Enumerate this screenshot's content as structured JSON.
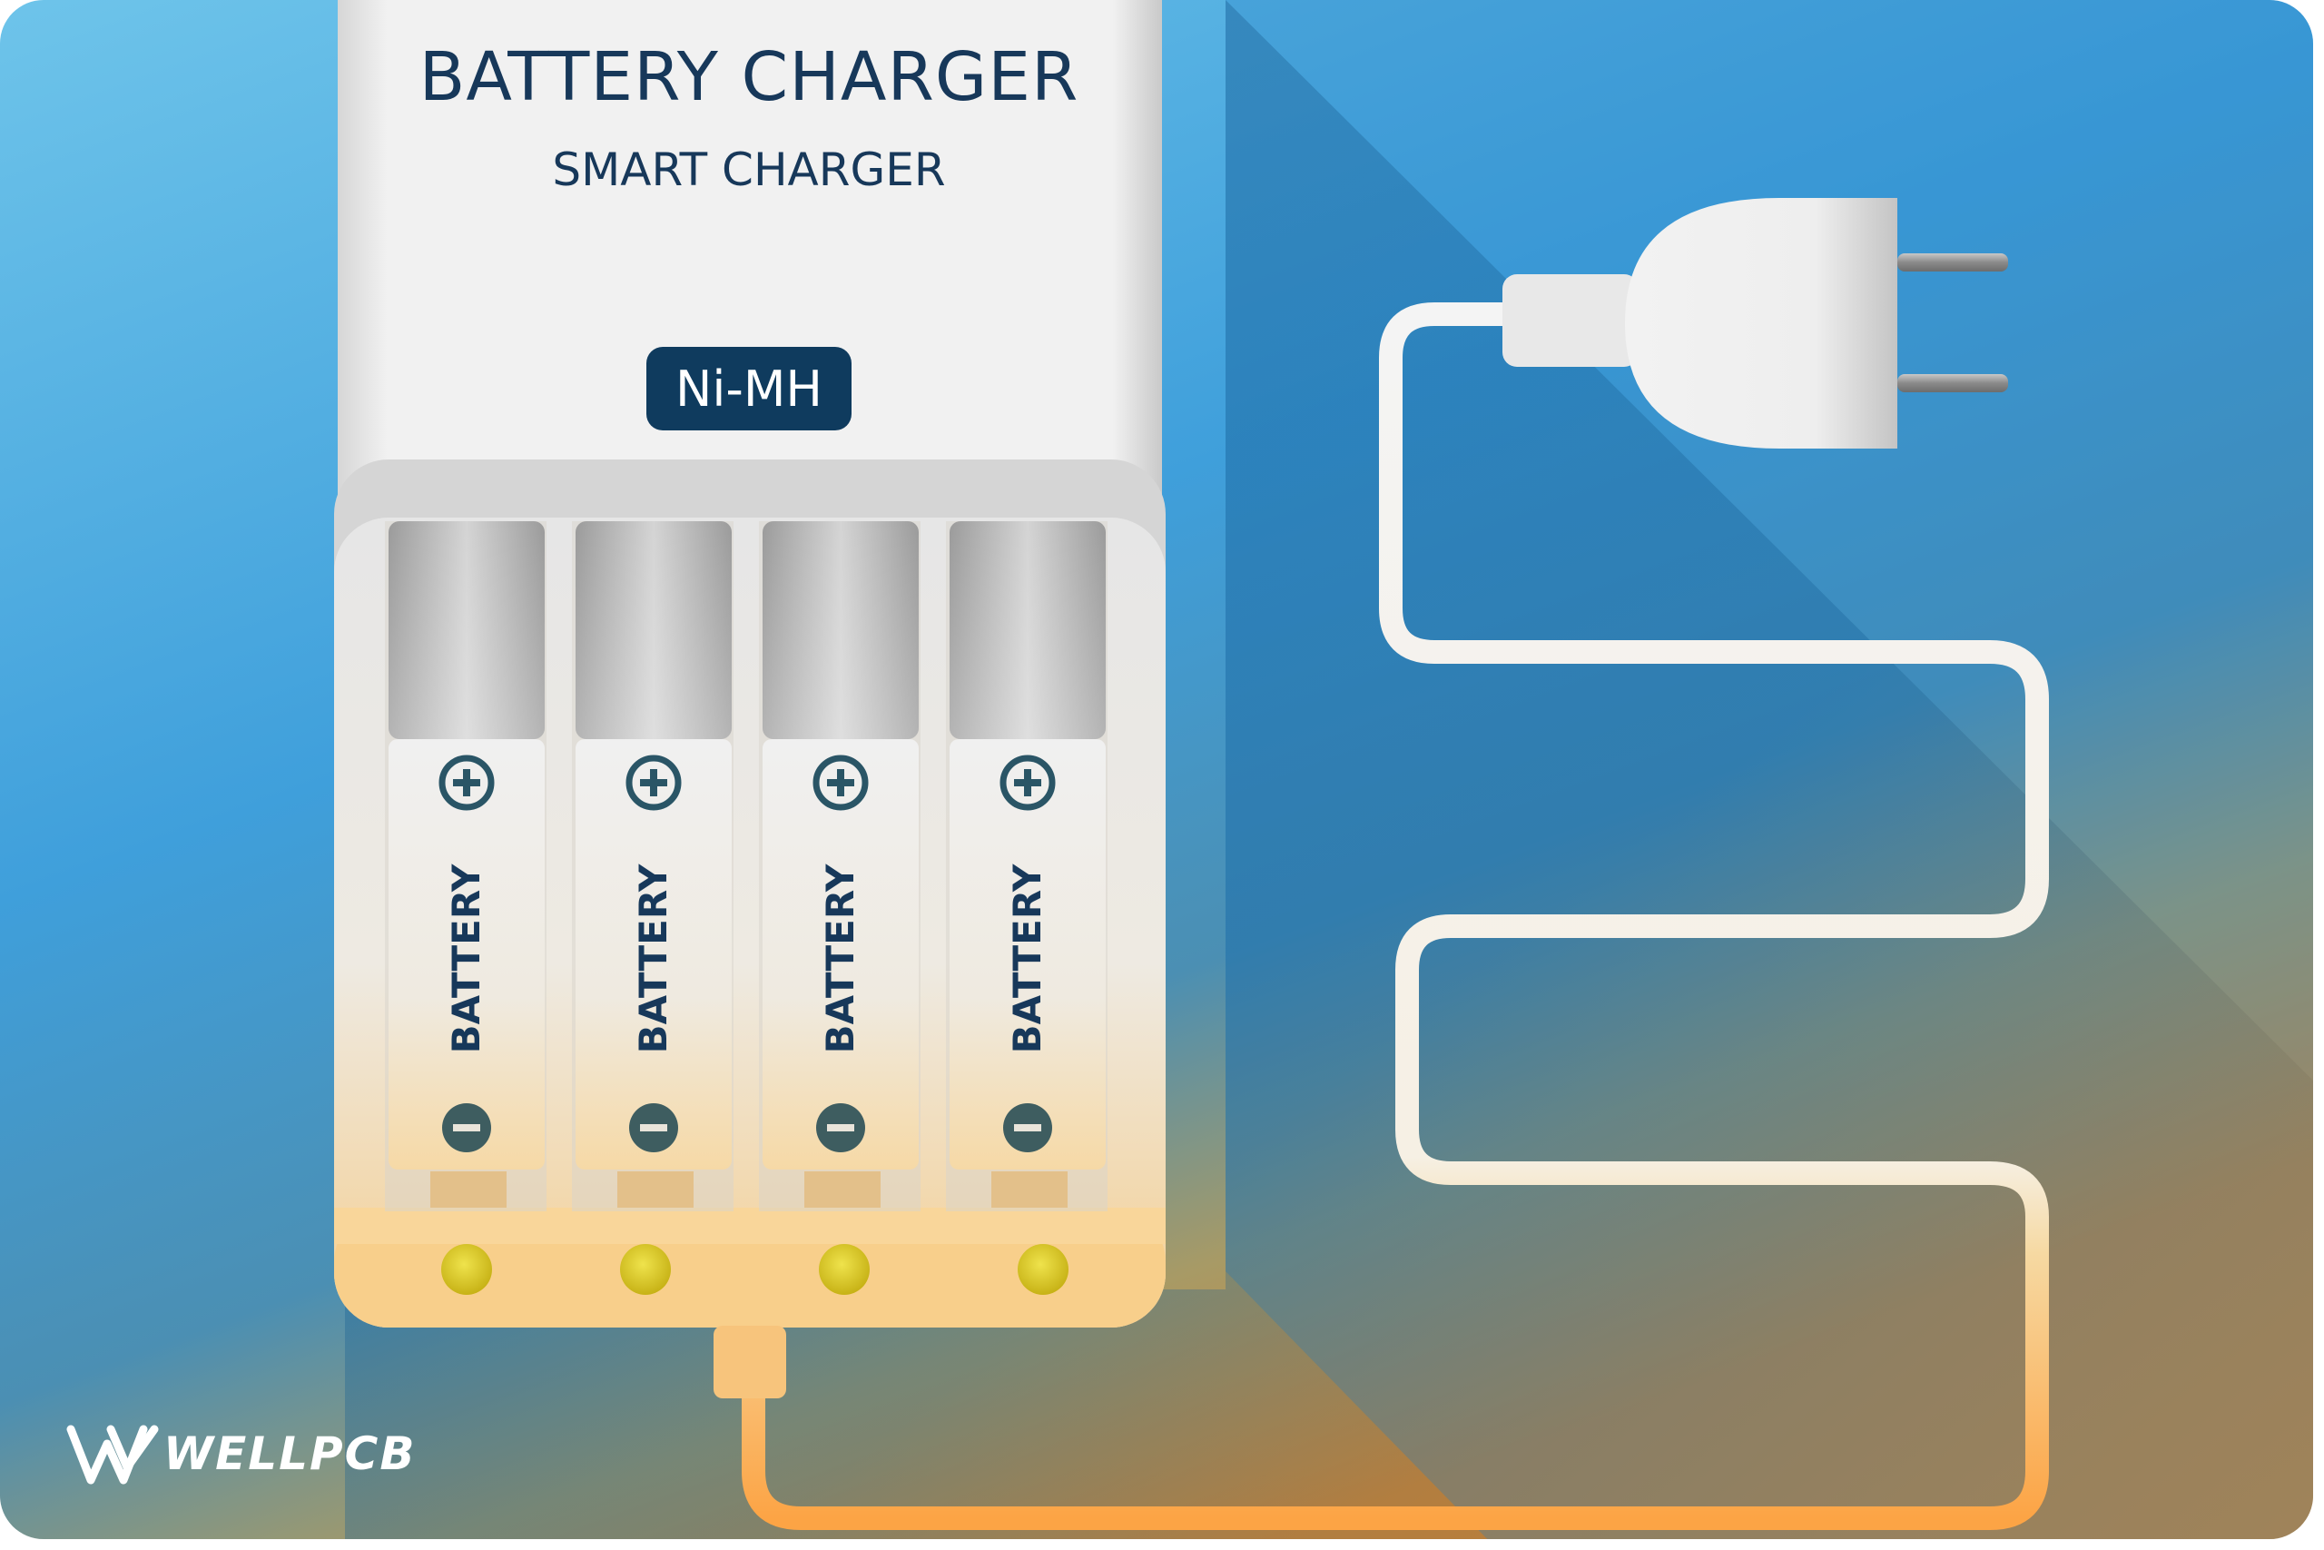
{
  "charger": {
    "title": "BATTERY CHARGER",
    "subtitle": "SMART CHARGER",
    "chemistry_badge": "Ni-MH"
  },
  "batteries": [
    {
      "label": "BATTERY"
    },
    {
      "label": "BATTERY"
    },
    {
      "label": "BATTERY"
    },
    {
      "label": "BATTERY"
    }
  ],
  "logo": {
    "text": "WELLPCB"
  },
  "colors": {
    "sky_blue": "#6cc0e8",
    "deep_blue": "#1d6fa8",
    "orange": "#e29a3a",
    "charger_white": "#f2f2f2",
    "badge_navy": "#0f3b5e",
    "indicator_yellow": "#d6c21a"
  },
  "icons": [
    "plus-icon",
    "minus-icon",
    "power-plug-icon",
    "wellpcb-logo-icon"
  ]
}
